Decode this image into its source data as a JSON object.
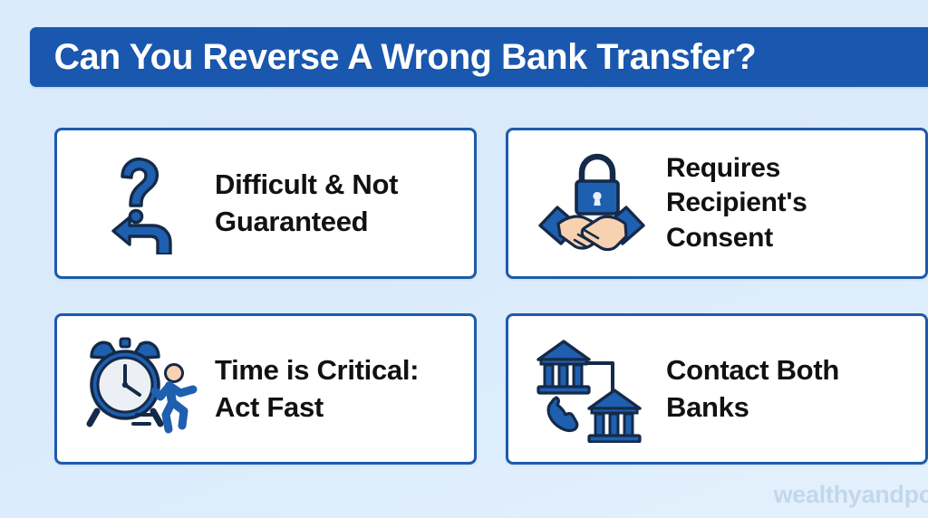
{
  "banner": {
    "title": "Can You Reverse A Wrong Bank Transfer?",
    "background_color": "#1a58b0",
    "text_color": "#ffffff"
  },
  "page": {
    "background_color": "#d9eafb",
    "accent_blue": "#1d5bab",
    "icon_blue": "#1f5fb0",
    "icon_outline": "#152a48",
    "skin_tone": "#f7d2b0"
  },
  "cards": [
    {
      "id": "difficult-not-guaranteed",
      "label": "Difficult & Not\nGuaranteed",
      "icon": "question-uturn-arrow-icon"
    },
    {
      "id": "requires-recipients-consent",
      "label": "Requires\nRecipient's\nConsent",
      "icon": "handshake-lock-icon"
    },
    {
      "id": "time-is-critical",
      "label": "Time is Critical:\nAct Fast",
      "icon": "alarm-clock-runner-icon"
    },
    {
      "id": "contact-both-banks",
      "label": "Contact Both\nBanks",
      "icon": "two-banks-phone-icon"
    }
  ],
  "watermark": {
    "text": "wealthyandpo",
    "color": "#c2d6ea"
  }
}
